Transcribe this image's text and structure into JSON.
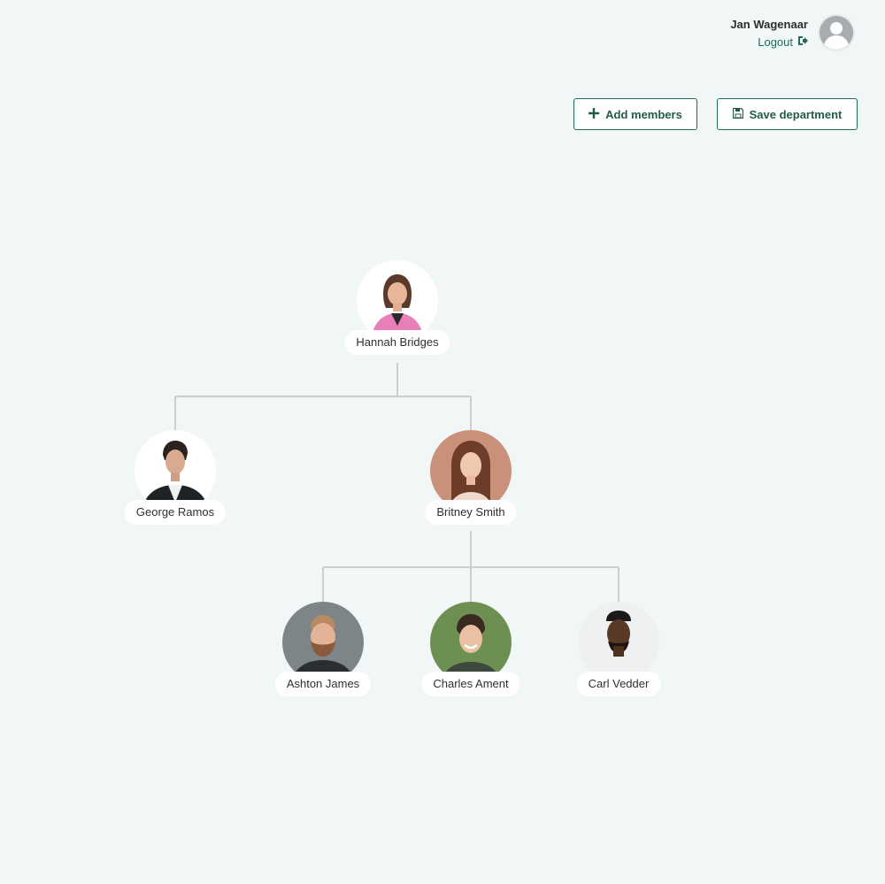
{
  "user": {
    "name": "Jan Wagenaar",
    "logout_label": "Logout",
    "logout_icon": "sign-out-icon",
    "avatar_icon": "user-avatar-placeholder"
  },
  "toolbar": {
    "add_members_label": "Add members",
    "add_members_icon": "plus-icon",
    "save_department_label": "Save department",
    "save_department_icon": "floppy-disk-icon"
  },
  "org_chart": {
    "root": {
      "name": "Hannah Bridges",
      "photo": "woman-pink-blazer"
    },
    "level_2": [
      {
        "name": "George Ramos",
        "photo": "man-dark-suit"
      },
      {
        "name": "Britney Smith",
        "photo": "woman-long-hair"
      }
    ],
    "level_3": [
      {
        "name": "Ashton James",
        "photo": "man-beard"
      },
      {
        "name": "Charles Ament",
        "photo": "man-smiling-outdoors"
      },
      {
        "name": "Carl Vedder",
        "photo": "man-short-beard"
      }
    ]
  },
  "colors": {
    "background": "#f1f6f6",
    "accent": "#1f6b57",
    "connector": "#c9cfcf"
  }
}
